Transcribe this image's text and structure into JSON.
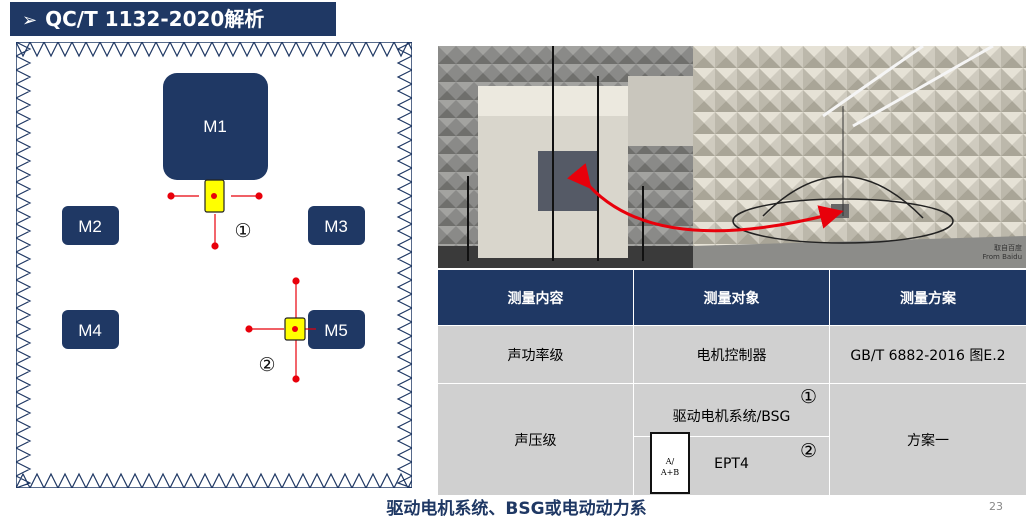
{
  "header": {
    "title": "QC/T 1132-2020解析",
    "bullet": "➢"
  },
  "chamber": {
    "modules": {
      "m1": "M1",
      "m2": "M2",
      "m3": "M3",
      "m4": "M4",
      "m5": "M5"
    },
    "marker1": "①",
    "marker2": "②"
  },
  "photos": {
    "credit_line1": "取自百度",
    "credit_line2": "From Baidu"
  },
  "table": {
    "headers": [
      "测量内容",
      "测量对象",
      "测量方案"
    ],
    "row1": {
      "content": "声功率级",
      "object": "电机控制器",
      "scheme": "GB/T 6882-2016 图E.2"
    },
    "row2": {
      "content": "声压级",
      "object_a": "驱动电机系统/BSG",
      "marker_a": "①",
      "object_b": "EPT4",
      "marker_b": "②",
      "scheme": "方案一"
    }
  },
  "note": {
    "line1": "A/",
    "line2": "A+B"
  },
  "caption": "驱动电机系统、BSG或电动动力系",
  "page_number": "23",
  "colors": {
    "navy": "#1f3864",
    "yellow": "#ffff00",
    "red": "#e8000b",
    "gray": "#d0d0d0"
  }
}
